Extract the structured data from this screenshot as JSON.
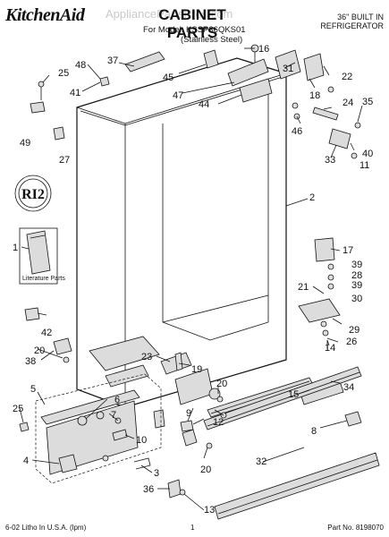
{
  "header": {
    "brand": "KitchenAid",
    "watermark": "AppliancePartsPros.com",
    "title": "CABINET PARTS",
    "model_line": "For Model: KSSP36QKS01",
    "model_sub": "(Stainless Steel)",
    "type_line1": "36\" BUILT IN",
    "type_line2": "REFRIGERATOR"
  },
  "literature_label": "Literature Parts",
  "footer": {
    "left": "6-02 Litho In U.S.A. (lpm)",
    "page": "1",
    "right": "Part No. 8198070"
  },
  "callouts": [
    "37",
    "48",
    "45",
    "16",
    "31",
    "25",
    "41",
    "47",
    "18",
    "22",
    "44",
    "24",
    "35",
    "49",
    "27",
    "46",
    "33",
    "40",
    "11",
    "2",
    "1",
    "17",
    "39",
    "28",
    "39",
    "21",
    "30",
    "42",
    "29",
    "26",
    "14",
    "38",
    "23",
    "19",
    "20",
    "34",
    "5",
    "20",
    "6",
    "12",
    "7",
    "15",
    "25",
    "9",
    "10",
    "8",
    "4",
    "20",
    "3",
    "32",
    "36",
    "13"
  ]
}
